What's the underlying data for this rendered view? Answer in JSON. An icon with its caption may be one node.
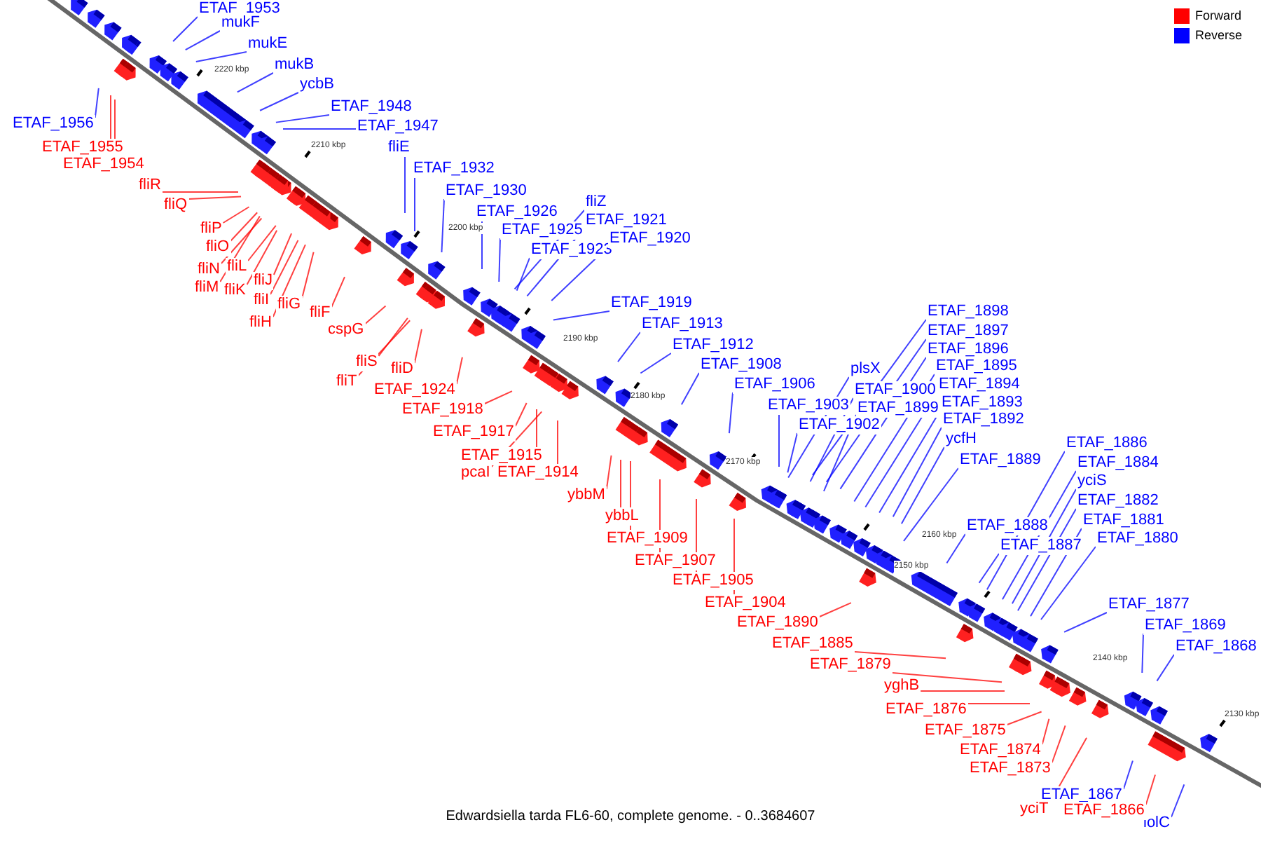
{
  "diagram": {
    "caption": "Edwardsiella tarda FL6-60, complete genome. - 0..3684607",
    "nodes": [
      {
        "text": [
          "ETAF_1953"
        ]
      },
      {
        "text": [
          "mukF"
        ]
      },
      {
        "text": [
          "mukE"
        ]
      },
      {
        "text": [
          "mukB"
        ]
      },
      {
        "text": [
          "ycbB"
        ]
      },
      {
        "text": [
          "ETAF_1948"
        ]
      },
      {
        "text": [
          "ETAF_1947"
        ]
      },
      {
        "text": [
          "ETAF_1956"
        ]
      },
      {
        "text": [
          "fliE"
        ]
      },
      {
        "text": [
          "ETAF_1932"
        ]
      },
      {
        "text": [
          "ETAF_1930"
        ]
      },
      {
        "text": [
          "ETAF_1926"
        ]
      },
      {
        "text": [
          "ETAF_1925"
        ]
      },
      {
        "text": [
          "ETAF_1923"
        ]
      },
      {
        "text": [
          "fliZ"
        ]
      },
      {
        "text": [
          "ETAF_1921"
        ]
      },
      {
        "text": [
          "ETAF_1920"
        ]
      },
      {
        "text": [
          "ETAF_1919"
        ]
      },
      {
        "text": [
          "ETAF_1913"
        ]
      },
      {
        "text": [
          "ETAF_1912"
        ]
      },
      {
        "text": [
          "ETAF_1908"
        ]
      },
      {
        "text": [
          "ETAF_1906"
        ]
      },
      {
        "text": [
          "plsX"
        ]
      },
      {
        "text": [
          "ETAF_1903"
        ]
      },
      {
        "text": [
          "ETAF_1902"
        ]
      },
      {
        "text": [
          "ETAF_1900"
        ]
      },
      {
        "text": [
          "ETAF_1899"
        ]
      },
      {
        "text": [
          "ETAF_1898"
        ]
      },
      {
        "text": [
          "ETAF_1897"
        ]
      },
      {
        "text": [
          "ETAF_1896"
        ]
      },
      {
        "text": [
          "ETAF_1895"
        ]
      },
      {
        "text": [
          "ETAF_1894"
        ]
      },
      {
        "text": [
          "ETAF_1893"
        ]
      },
      {
        "text": [
          "ETAF_1892"
        ]
      },
      {
        "text": [
          "ycfH"
        ]
      },
      {
        "text": [
          "ETAF_1889"
        ]
      },
      {
        "text": [
          "ETAF_1888"
        ]
      },
      {
        "text": [
          "ETAF_1887"
        ]
      },
      {
        "text": [
          "ETAF_1886"
        ]
      },
      {
        "text": [
          "ETAF_1884"
        ]
      },
      {
        "text": [
          "yciS"
        ]
      },
      {
        "text": [
          "ETAF_1882"
        ]
      },
      {
        "text": [
          "ETAF_1881"
        ]
      },
      {
        "text": [
          "ETAF_1880"
        ]
      },
      {
        "text": [
          "ETAF_1877"
        ]
      },
      {
        "text": [
          "ETAF_1869"
        ]
      },
      {
        "text": [
          "ETAF_1868"
        ]
      },
      {
        "text": [
          "ETAF_1867"
        ]
      },
      {
        "text": [
          "lolC"
        ]
      },
      {
        "text": [
          "ETAF_1955"
        ]
      },
      {
        "text": [
          "ETAF_1954"
        ]
      },
      {
        "text": [
          "fliR"
        ]
      },
      {
        "text": [
          "fliQ"
        ]
      },
      {
        "text": [
          "fliP"
        ]
      },
      {
        "text": [
          "fliO"
        ]
      },
      {
        "text": [
          "fliN"
        ]
      },
      {
        "text": [
          "fliL"
        ]
      },
      {
        "text": [
          "fliM"
        ]
      },
      {
        "text": [
          "fliK"
        ]
      },
      {
        "text": [
          "fliJ"
        ]
      },
      {
        "text": [
          "fliI"
        ]
      },
      {
        "text": [
          "fliG"
        ]
      },
      {
        "text": [
          "fliH"
        ]
      },
      {
        "text": [
          "fliF"
        ]
      },
      {
        "text": [
          "cspG"
        ]
      },
      {
        "text": [
          "fliS"
        ]
      },
      {
        "text": [
          "fliT"
        ]
      },
      {
        "text": [
          "fliD"
        ]
      },
      {
        "text": [
          "ETAF_1924"
        ]
      },
      {
        "text": [
          "ETAF_1918"
        ]
      },
      {
        "text": [
          "ETAF_1917"
        ]
      },
      {
        "text": [
          "ETAF_1915"
        ]
      },
      {
        "text": [
          "pcaI"
        ]
      },
      {
        "text": [
          "ETAF_1914"
        ]
      },
      {
        "text": [
          "ybbM"
        ]
      },
      {
        "text": [
          "ybbL"
        ]
      },
      {
        "text": [
          "ETAF_1909"
        ]
      },
      {
        "text": [
          "ETAF_1907"
        ]
      },
      {
        "text": [
          "ETAF_1905"
        ]
      },
      {
        "text": [
          "ETAF_1904"
        ]
      },
      {
        "text": [
          "ETAF_1890"
        ]
      },
      {
        "text": [
          "ETAF_1885"
        ]
      },
      {
        "text": [
          "ETAF_1879"
        ]
      },
      {
        "text": [
          "yghB"
        ]
      },
      {
        "text": [
          "ETAF_1876"
        ]
      },
      {
        "text": [
          "ETAF_1875"
        ]
      },
      {
        "text": [
          "ETAF_1874"
        ]
      },
      {
        "text": [
          "ETAF_1873"
        ]
      },
      {
        "text": [
          "yciT"
        ]
      },
      {
        "text": [
          "ETAF_1866"
        ]
      }
    ],
    "edges": [
      {
        "from": 0,
        "to": null,
        "arrow": "none"
      },
      {
        "from": 1,
        "to": null,
        "arrow": "none"
      },
      {
        "from": 2,
        "to": null,
        "arrow": "none"
      },
      {
        "from": 3,
        "to": null,
        "arrow": "none"
      },
      {
        "from": 4,
        "to": null,
        "arrow": "none"
      },
      {
        "from": 5,
        "to": null,
        "arrow": "none"
      },
      {
        "from": 6,
        "to": null,
        "arrow": "none"
      },
      {
        "from": 7,
        "to": null,
        "arrow": "none"
      },
      {
        "from": 8,
        "to": null,
        "arrow": "none"
      },
      {
        "from": 9,
        "to": null,
        "arrow": "none"
      },
      {
        "from": 10,
        "to": null,
        "arrow": "none"
      },
      {
        "from": 11,
        "to": null,
        "arrow": "none"
      },
      {
        "from": 12,
        "to": null,
        "arrow": "none"
      },
      {
        "from": 13,
        "to": null,
        "arrow": "none"
      },
      {
        "from": 14,
        "to": null,
        "arrow": "none"
      },
      {
        "from": 15,
        "to": null,
        "arrow": "none"
      },
      {
        "from": 16,
        "to": null,
        "arrow": "none"
      },
      {
        "from": 17,
        "to": null,
        "arrow": "none"
      },
      {
        "from": 18,
        "to": null,
        "arrow": "none"
      },
      {
        "from": 19,
        "to": null,
        "arrow": "none"
      },
      {
        "from": 20,
        "to": null,
        "arrow": "none"
      },
      {
        "from": 21,
        "to": null,
        "arrow": "none"
      },
      {
        "from": 22,
        "to": null,
        "arrow": "none"
      },
      {
        "from": 23,
        "to": null,
        "arrow": "none"
      },
      {
        "from": 24,
        "to": null,
        "arrow": "none"
      },
      {
        "from": 25,
        "to": null,
        "arrow": "none"
      },
      {
        "from": 26,
        "to": null,
        "arrow": "none"
      },
      {
        "from": 27,
        "to": null,
        "arrow": "none"
      },
      {
        "from": 28,
        "to": null,
        "arrow": "none"
      },
      {
        "from": 29,
        "to": null,
        "arrow": "none"
      },
      {
        "from": 30,
        "to": null,
        "arrow": "none"
      },
      {
        "from": 31,
        "to": null,
        "arrow": "none"
      },
      {
        "from": 32,
        "to": null,
        "arrow": "none"
      },
      {
        "from": 33,
        "to": null,
        "arrow": "none"
      },
      {
        "from": 34,
        "to": null,
        "arrow": "none"
      },
      {
        "from": 35,
        "to": null,
        "arrow": "none"
      },
      {
        "from": 36,
        "to": null,
        "arrow": "none"
      },
      {
        "from": 37,
        "to": null,
        "arrow": "none"
      },
      {
        "from": 38,
        "to": null,
        "arrow": "none"
      },
      {
        "from": 39,
        "to": null,
        "arrow": "none"
      },
      {
        "from": 40,
        "to": null,
        "arrow": "none"
      },
      {
        "from": 41,
        "to": null,
        "arrow": "none"
      },
      {
        "from": 42,
        "to": null,
        "arrow": "none"
      },
      {
        "from": 43,
        "to": null,
        "arrow": "none"
      },
      {
        "from": 44,
        "to": null,
        "arrow": "none"
      },
      {
        "from": 45,
        "to": null,
        "arrow": "none"
      },
      {
        "from": 46,
        "to": null,
        "arrow": "none"
      },
      {
        "from": 47,
        "to": null,
        "arrow": "none"
      },
      {
        "from": 48,
        "to": null,
        "arrow": "none"
      },
      {
        "from": 49,
        "to": null,
        "arrow": "none",
        "color": "#ff0000"
      },
      {
        "from": 50,
        "to": null,
        "arrow": "none",
        "color": "#ff0000"
      },
      {
        "from": 51,
        "to": null,
        "arrow": "none",
        "color": "#ff0000"
      },
      {
        "from": 52,
        "to": null,
        "arrow": "none",
        "color": "#ff0000"
      },
      {
        "from": 53,
        "to": null,
        "arrow": "none",
        "color": "#ff0000"
      },
      {
        "from": 54,
        "to": null,
        "arrow": "none",
        "color": "#ff0000"
      },
      {
        "from": 55,
        "to": null,
        "arrow": "none",
        "color": "#ff0000"
      },
      {
        "from": 56,
        "to": null,
        "arrow": "none",
        "color": "#ff0000"
      },
      {
        "from": 57,
        "to": null,
        "arrow": "none",
        "color": "#ff0000"
      },
      {
        "from": 58,
        "to": null,
        "arrow": "none",
        "color": "#ff0000"
      },
      {
        "from": 59,
        "to": null,
        "arrow": "none",
        "color": "#ff0000"
      },
      {
        "from": 60,
        "to": null,
        "arrow": "none",
        "color": "#ff0000"
      },
      {
        "from": 61,
        "to": null,
        "arrow": "none",
        "color": "#ff0000"
      },
      {
        "from": 62,
        "to": null,
        "arrow": "none",
        "color": "#ff0000"
      },
      {
        "from": 63,
        "to": null,
        "arrow": "none",
        "color": "#ff0000"
      },
      {
        "from": 64,
        "to": null,
        "arrow": "none",
        "color": "#ff0000"
      },
      {
        "from": 65,
        "to": null,
        "arrow": "none",
        "color": "#ff0000"
      },
      {
        "from": 66,
        "to": null,
        "arrow": "none",
        "color": "#ff0000"
      },
      {
        "from": 67,
        "to": null,
        "arrow": "none",
        "color": "#ff0000"
      },
      {
        "from": 68,
        "to": null,
        "arrow": "none",
        "color": "#ff0000"
      },
      {
        "from": 69,
        "to": null,
        "arrow": "none",
        "color": "#ff0000"
      },
      {
        "from": 70,
        "to": null,
        "arrow": "none",
        "color": "#ff0000"
      },
      {
        "from": 71,
        "to": null,
        "arrow": "none",
        "color": "#ff0000"
      },
      {
        "from": 72,
        "to": null,
        "arrow": "none",
        "color": "#ff0000"
      },
      {
        "from": 73,
        "to": null,
        "arrow": "none",
        "color": "#ff0000"
      },
      {
        "from": 74,
        "to": null,
        "arrow": "none",
        "color": "#ff0000"
      },
      {
        "from": 75,
        "to": null,
        "arrow": "none",
        "color": "#ff0000"
      },
      {
        "from": 76,
        "to": null,
        "arrow": "none",
        "color": "#ff0000"
      },
      {
        "from": 77,
        "to": null,
        "arrow": "none",
        "color": "#ff0000"
      },
      {
        "from": 78,
        "to": null,
        "arrow": "none",
        "color": "#ff0000"
      },
      {
        "from": 79,
        "to": null,
        "arrow": "none",
        "color": "#ff0000"
      },
      {
        "from": 80,
        "to": null,
        "arrow": "none",
        "color": "#ff0000"
      },
      {
        "from": 81,
        "to": null,
        "arrow": "none",
        "color": "#ff0000"
      },
      {
        "from": 82,
        "to": null,
        "arrow": "none",
        "color": "#ff0000"
      },
      {
        "from": 83,
        "to": null,
        "arrow": "none",
        "color": "#ff0000"
      },
      {
        "from": 84,
        "to": null,
        "arrow": "none",
        "color": "#ff0000"
      },
      {
        "from": 85,
        "to": null,
        "arrow": "none",
        "color": "#ff0000"
      },
      {
        "from": 86,
        "to": null,
        "arrow": "none",
        "color": "#ff0000"
      },
      {
        "from": 87,
        "to": null,
        "arrow": "none",
        "color": "#ff0000"
      },
      {
        "from": 88,
        "to": null,
        "arrow": "none",
        "color": "#ff0000"
      },
      {
        "from": 89,
        "to": null,
        "arrow": "none",
        "color": "#ff0000"
      }
    ],
    "labels": [
      "2220 kbp",
      "2210 kbp",
      "2200 kbp",
      "2190 kbp",
      "2180 kbp",
      "2170 kbp",
      "2160 kbp",
      "2150 kbp",
      "2140 kbp",
      "2130 kbp"
    ],
    "legend": [
      {
        "text": "Forward",
        "color": "#ff0000"
      },
      {
        "text": "Reverse",
        "color": "#0000ff"
      }
    ]
  }
}
